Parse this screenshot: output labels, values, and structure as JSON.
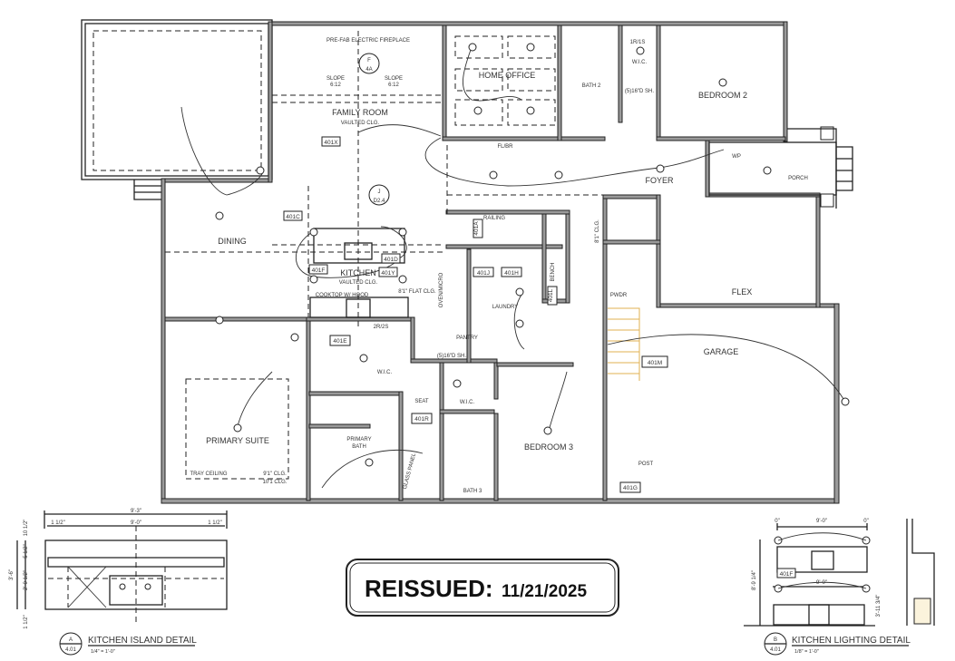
{
  "rooms": {
    "family_room": "FAMILY ROOM",
    "family_room_ceiling": "VAULTED CLG.",
    "fireplace": "PRE-FAB ELECTRIC FIREPLACE",
    "slope_word": "SLOPE",
    "slope_value": "6:12",
    "home_office": "HOME OFFICE",
    "bath_2": "BATH 2",
    "wic": "W.I.C.",
    "bedroom_2": "BEDROOM 2",
    "foyer": "FOYER",
    "porch": "PORCH",
    "wp": "WP",
    "dining": "DINING",
    "kitchen": "KITCHEN",
    "kitchen_ceiling": "VAULTED CLG.",
    "flat_ceiling": "8'1\" FLAT CLG.",
    "cooktop": "COOKTOP W/ HOOD",
    "laundry": "LAUNDRY",
    "pantry": "PANTRY",
    "flex": "FLEX",
    "garage": "GARAGE",
    "pwdr": "PWDR",
    "primary_suite": "PRIMARY SUITE",
    "tray_ceiling": "TRAY CEILING",
    "clg_91": "9'1\" CLG.",
    "clg_101": "10'1 CLG.",
    "primary_bath_1": "PRIMARY",
    "primary_bath_2": "BATH",
    "bedroom_3": "BEDROOM 3",
    "bath_3": "BATH 3",
    "glass_panel": "GLASS PANEL",
    "seat": "SEAT",
    "post": "POST",
    "railing": "RAILING",
    "shelf": "(5)16\"D SH.",
    "rod_shelf": "1R/1S",
    "fl_br": "FL/BR",
    "bench": "BENCH",
    "clg_81": "8'1\" CLG.",
    "oven": "OVEN/MICRO",
    "dim_2r2s": "2R/2S",
    "detail_f": "F",
    "detail_4a": "4A",
    "detail_j": "J",
    "detail_d24": "D2.4"
  },
  "tags": {
    "t401x": "401X",
    "t401c": "401C",
    "t401f": "401F",
    "t401d": "401D",
    "t401y": "401Y",
    "t401e": "401E",
    "t401a": "401A",
    "t401j": "401J",
    "t401h": "401H",
    "t401l": "401L",
    "t401r": "401R",
    "t401m": "401M",
    "t401g": "401G"
  },
  "island_detail": {
    "title": "KITCHEN ISLAND DETAIL",
    "scale": "1/4\" = 1'-0\"",
    "letter": "A",
    "sheet": "4.01",
    "dim_total": "9'-3\"",
    "dim_left": "1 1/2\"",
    "dim_mid": "9'-0\"",
    "dim_right": "1 1/2\"",
    "dim_height": "3'-6\"",
    "dim_a": "10 1/2\"",
    "dim_b": "5 1/2\"",
    "dim_c": "2'-0 1/2\"",
    "dim_d": "1 1/2\""
  },
  "lighting_detail": {
    "title": "KITCHEN LIGHTING DETAIL",
    "scale": "1/8\" = 1'-0\"",
    "letter": "B",
    "sheet": "4.01",
    "dim_zero": "0\"",
    "dim_mid": "9'-0\"",
    "dim_height": "8'-9 1/4\"",
    "dim_side": "3'-11 3/4\"",
    "tag": "401F"
  },
  "stamp": {
    "label": "REISSUED:",
    "date": "11/21/2025"
  }
}
